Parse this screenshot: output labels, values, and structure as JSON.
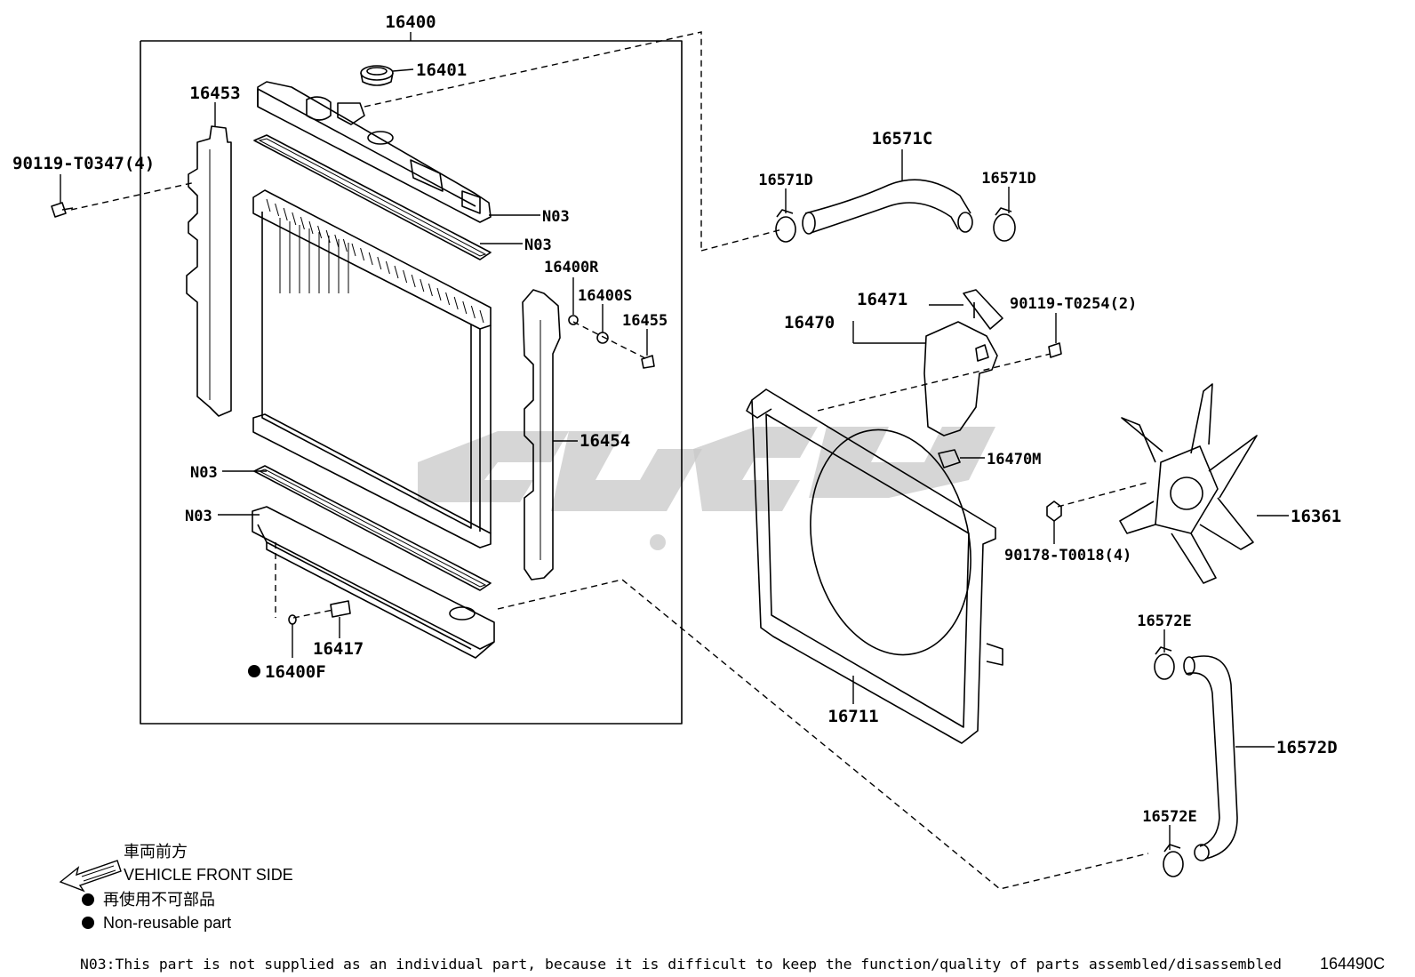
{
  "diagram": {
    "group_label": "16400",
    "labels": {
      "p16401": "16401",
      "p16453": "16453",
      "p90119_t0347": "90119-T0347(4)",
      "n03_a": "N03",
      "n03_b": "N03",
      "n03_c": "N03",
      "n03_d": "N03",
      "p16400r": "16400R",
      "p16400s": "16400S",
      "p16455": "16455",
      "p16454": "16454",
      "p16417": "16417",
      "p16400f": "16400F",
      "p16571c": "16571C",
      "p16571d_a": "16571D",
      "p16571d_b": "16571D",
      "p16471": "16471",
      "p16470": "16470",
      "p90119_t0254": "90119-T0254(2)",
      "p16470m": "16470M",
      "p16361": "16361",
      "p90178_t0018": "90178-T0018(4)",
      "p16572e_a": "16572E",
      "p16572e_b": "16572E",
      "p16572d": "16572D",
      "p16711": "16711"
    },
    "legend": {
      "front_jp": "車両前方",
      "front_en": "VEHICLE FRONT SIDE",
      "nonreuse_jp": "再使用不可部品",
      "nonreuse_en": "Non-reusable part",
      "n03_note": "N03:This part is not supplied as an individual part, because it is difficult to keep the function/quality of parts assembled/disassembled"
    },
    "figure_code": "164490C"
  }
}
